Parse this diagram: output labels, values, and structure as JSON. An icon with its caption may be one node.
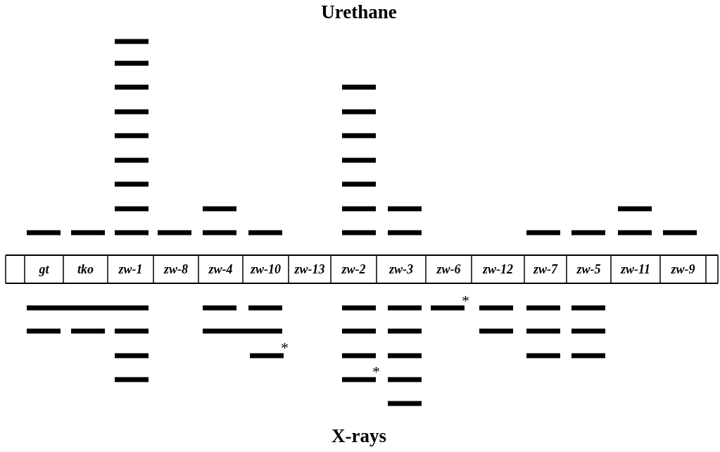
{
  "diagram": {
    "nodes": [
      {
        "text": [
          "gt"
        ]
      },
      {
        "text": [
          "tko"
        ]
      },
      {
        "text": [
          "zw-1"
        ]
      },
      {
        "text": [
          "zw-8"
        ]
      },
      {
        "text": [
          "zw-4"
        ]
      },
      {
        "text": [
          "zw-10"
        ]
      },
      {
        "text": [
          "zw-13"
        ]
      },
      {
        "text": [
          "zw-2"
        ]
      },
      {
        "text": [
          "zw-3"
        ]
      },
      {
        "text": [
          "zw-6"
        ]
      },
      {
        "text": [
          "zw-12"
        ]
      },
      {
        "text": [
          "zw-7"
        ]
      },
      {
        "text": [
          "zw-5"
        ]
      },
      {
        "text": [
          "zw-11"
        ]
      },
      {
        "text": [
          "zw-9"
        ]
      }
    ],
    "labels": [
      "Urethane",
      "*",
      "*",
      "*",
      "X-rays"
    ]
  }
}
